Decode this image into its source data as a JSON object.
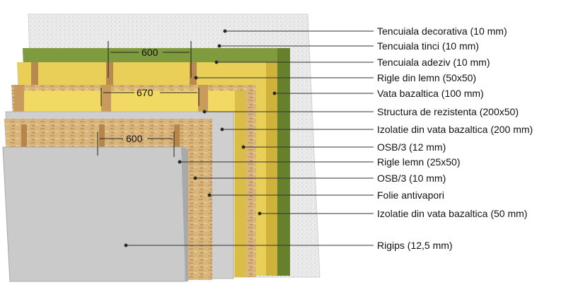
{
  "diagram": {
    "layers": [
      {
        "id": "tencuiala-decorativa",
        "label": "Tencuiala decorativa (10 mm)"
      },
      {
        "id": "tencuiala-tinci",
        "label": "Tencuiala tinci (10 mm)"
      },
      {
        "id": "tencuiala-adeziv",
        "label": "Tencuiala adeziv (10 mm)"
      },
      {
        "id": "rigle-din-lemn",
        "label": "Rigle din lemn (50x50)"
      },
      {
        "id": "vata-bazaltica",
        "label": "Vata bazaltica (100 mm)"
      },
      {
        "id": "structura-rezistenta",
        "label": "Structura de rezistenta (200x50)"
      },
      {
        "id": "izolatie-200",
        "label": "Izolatie din vata bazaltica (200 mm)"
      },
      {
        "id": "osb-12",
        "label": "OSB/3 (12 mm)"
      },
      {
        "id": "rigle-lemn",
        "label": "Rigle lemn (25x50)"
      },
      {
        "id": "osb-10",
        "label": "OSB/3 (10 mm)"
      },
      {
        "id": "folie-antivapori",
        "label": "Folie antivapori"
      },
      {
        "id": "izolatie-50",
        "label": "Izolatie din vata bazaltica (50 mm)"
      },
      {
        "id": "rigips",
        "label": "Rigips (12,5 mm)"
      }
    ],
    "dimensions": [
      {
        "id": "spacing-top",
        "value": "600"
      },
      {
        "id": "spacing-middle",
        "value": "670"
      },
      {
        "id": "spacing-bottom",
        "value": "600"
      }
    ],
    "colors": {
      "plaster": "#ececec",
      "plaster_grain": "#bdbdbd",
      "green_wool": "#7d9a3c",
      "yellow_wool": "#f0d45e",
      "wood": "#c8995e",
      "osb": "#d8b17a",
      "foil": "#c9c9c9",
      "rigips": "#c8c8c8"
    }
  }
}
